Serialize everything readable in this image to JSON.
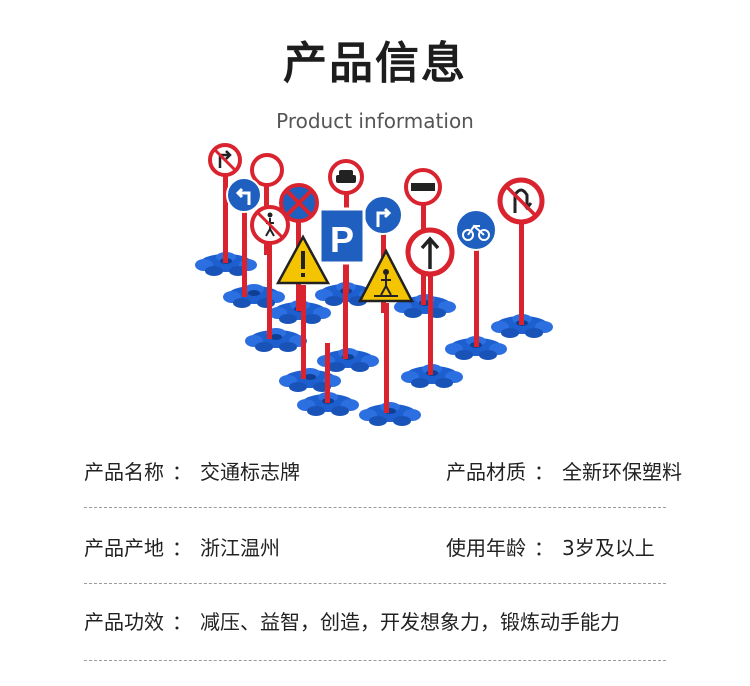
{
  "header": {
    "title": "产品信息",
    "subtitle": "Product information"
  },
  "product_image": {
    "signs": [
      {
        "icon": "no-right-turn-sign",
        "color": "#d9232e"
      },
      {
        "icon": "no-entry-blank-sign",
        "color": "#d9232e"
      },
      {
        "icon": "no-cars-sign",
        "color": "#d9232e"
      },
      {
        "icon": "no-trucks-sign",
        "color": "#d9232e"
      },
      {
        "icon": "no-u-turn-sign",
        "color": "#d9232e"
      },
      {
        "icon": "turn-left-sign",
        "color": "#1f5fbf"
      },
      {
        "icon": "no-stopping-sign",
        "color": "#1f5fbf"
      },
      {
        "icon": "turn-right-sign",
        "color": "#1f5fbf"
      },
      {
        "icon": "no-pedestrians-sign",
        "color": "#d9232e"
      },
      {
        "icon": "parking-sign",
        "color": "#1f5fbf"
      },
      {
        "icon": "no-straight-left-sign",
        "color": "#d9232e"
      },
      {
        "icon": "bicycle-sign",
        "color": "#1f5fbf"
      },
      {
        "icon": "warning-sign",
        "color": "#f5c400"
      },
      {
        "icon": "pedestrian-crossing-sign",
        "color": "#f5c400"
      }
    ],
    "pole_color": "#d9232e",
    "base_color": "#1e5fcf"
  },
  "specs": [
    {
      "left": {
        "label": "产品名称",
        "colon": "：",
        "value": "交通标志牌"
      },
      "right": {
        "label": "产品材质",
        "colon": "：",
        "value": "全新环保塑料"
      }
    },
    {
      "left": {
        "label": "产品产地",
        "colon": "：",
        "value": "浙江温州"
      },
      "right": {
        "label": "使用年龄",
        "colon": "：",
        "value": "3岁及以上"
      }
    },
    {
      "left": {
        "label": "产品功效",
        "colon": "：",
        "value": "减压、益智，创造，开发想象力，锻炼动手能力"
      }
    }
  ]
}
